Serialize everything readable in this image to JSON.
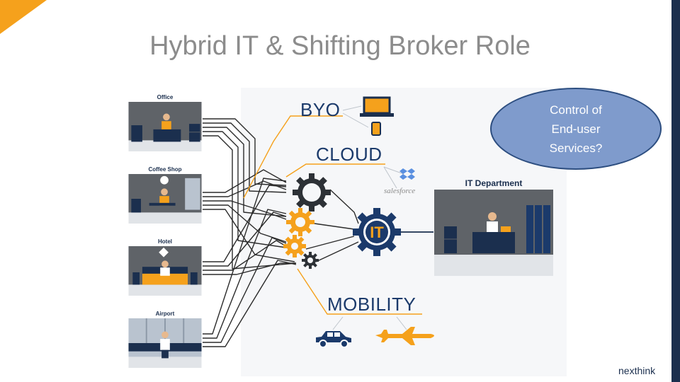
{
  "title": "Hybrid IT & Shifting Broker Role",
  "locations": [
    {
      "label": "Office"
    },
    {
      "label": "Coffee Shop"
    },
    {
      "label": "Hotel"
    },
    {
      "label": "Airport"
    }
  ],
  "categories": {
    "byo": "BYO",
    "cloud": "CLOUD",
    "mobility": "MOBILITY"
  },
  "cloud_service": "salesforce",
  "hub_label": "IT",
  "it_department": "IT Department",
  "callout": [
    "Control of",
    "End-user",
    "Services?"
  ],
  "logo": "nexthink",
  "colors": {
    "accent": "#f5a11c",
    "navy": "#1b2f4e",
    "blue": "#1b3a6b",
    "bubble": "#7f9bcc"
  }
}
